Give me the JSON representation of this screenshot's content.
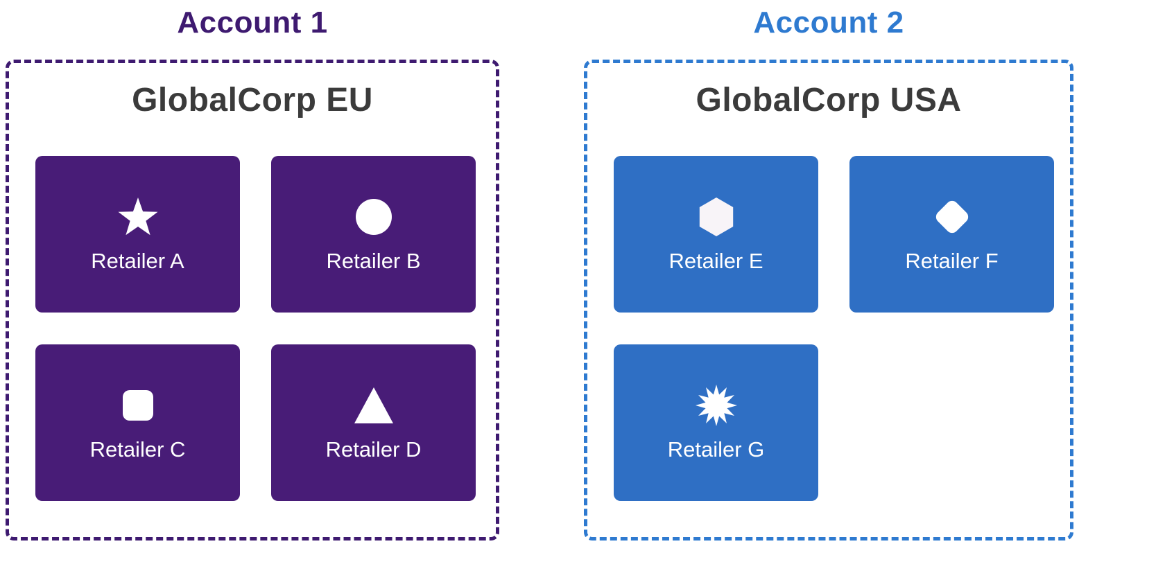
{
  "accounts": [
    {
      "title": "Account 1",
      "company": "GlobalCorp EU",
      "retailers": [
        {
          "label": "Retailer A",
          "icon": "star-icon"
        },
        {
          "label": "Retailer B",
          "icon": "circle-icon"
        },
        {
          "label": "Retailer C",
          "icon": "rounded-square-icon"
        },
        {
          "label": "Retailer D",
          "icon": "triangle-icon"
        }
      ]
    },
    {
      "title": "Account 2",
      "company": "GlobalCorp USA",
      "retailers": [
        {
          "label": "Retailer E",
          "icon": "hexagon-icon"
        },
        {
          "label": "Retailer F",
          "icon": "diamond-icon"
        },
        {
          "label": "Retailer G",
          "icon": "starburst-icon"
        }
      ]
    }
  ],
  "colors": {
    "purple_title": "#3e1a70",
    "purple_border": "#3e1a70",
    "purple_tile": "#481c77",
    "blue_title": "#2e7ad0",
    "blue_border": "#2e7ad0",
    "blue_tile": "#2f6fc4",
    "heading": "#3b3b3b",
    "icon_fill": "#ffffff"
  }
}
